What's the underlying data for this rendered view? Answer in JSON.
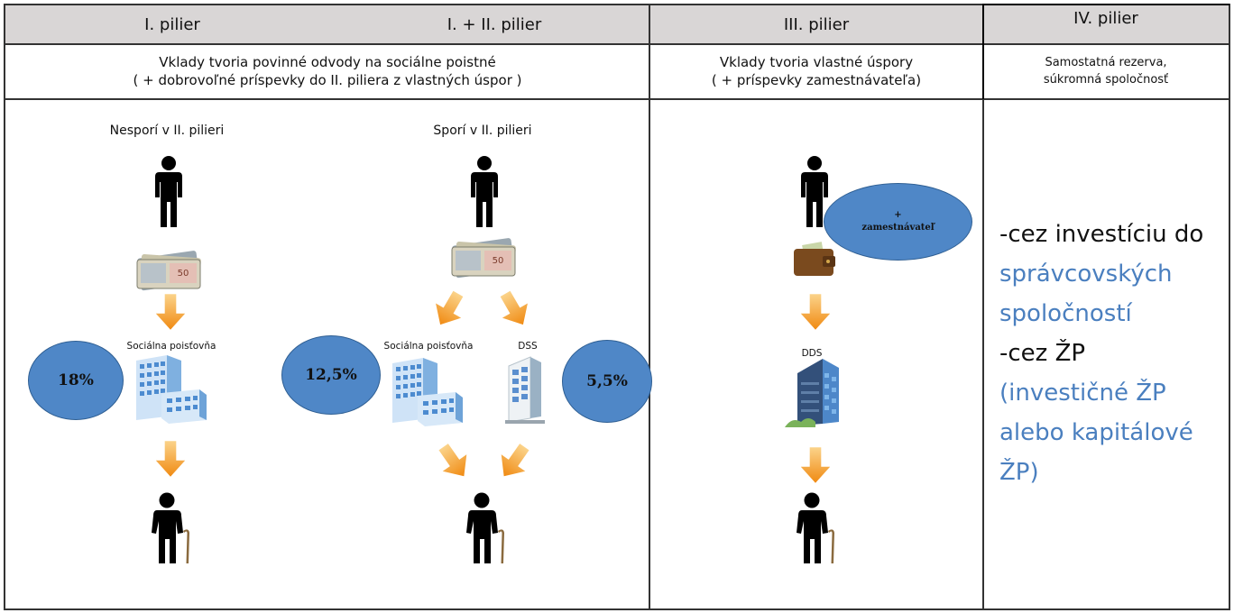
{
  "headers": {
    "pillar1": "I. pilier",
    "pillar12": "I. + II. pilier",
    "pillar3": "III. pilier",
    "pillar4": "IV. pilier"
  },
  "subheaders": {
    "left": "Vklady tvoria povinné odvody na sociálne poistné\n( + dobrovoľné príspevky do II. piliera z vlastných úspor )",
    "middle": "Vklady tvoria vlastné úspory\n( + príspevky zamestnávateľa)",
    "right": "Samostatná rezerva,\nsúkromná spoločnosť"
  },
  "col1": {
    "title": "Nesporí v II. pilieri",
    "institution": "Sociálna poisťovňa",
    "percent": "18%"
  },
  "col2": {
    "title": "Sporí v II. pilieri",
    "institution_left": "Sociálna poisťovňa",
    "institution_right": "DSS",
    "percent_left": "12,5%",
    "percent_right": "5,5%"
  },
  "col3": {
    "institution": "DDS",
    "employer_plus": "+",
    "employer_label": "zamestnávateľ"
  },
  "col4": {
    "line1": "-cez investíciu do",
    "line2": "správcovských",
    "line3": "spoločností",
    "line4": "-cez ŽP",
    "line5": "(investičné ŽP",
    "line6": "alebo kapitálové",
    "line7": "ŽP)"
  },
  "colors": {
    "header_bg": "#d9d6d6",
    "ellipse": "#4f87c7",
    "arrow": "#f39a1e",
    "blue_text": "#4a7fbf",
    "building": "#5b8fcf"
  }
}
